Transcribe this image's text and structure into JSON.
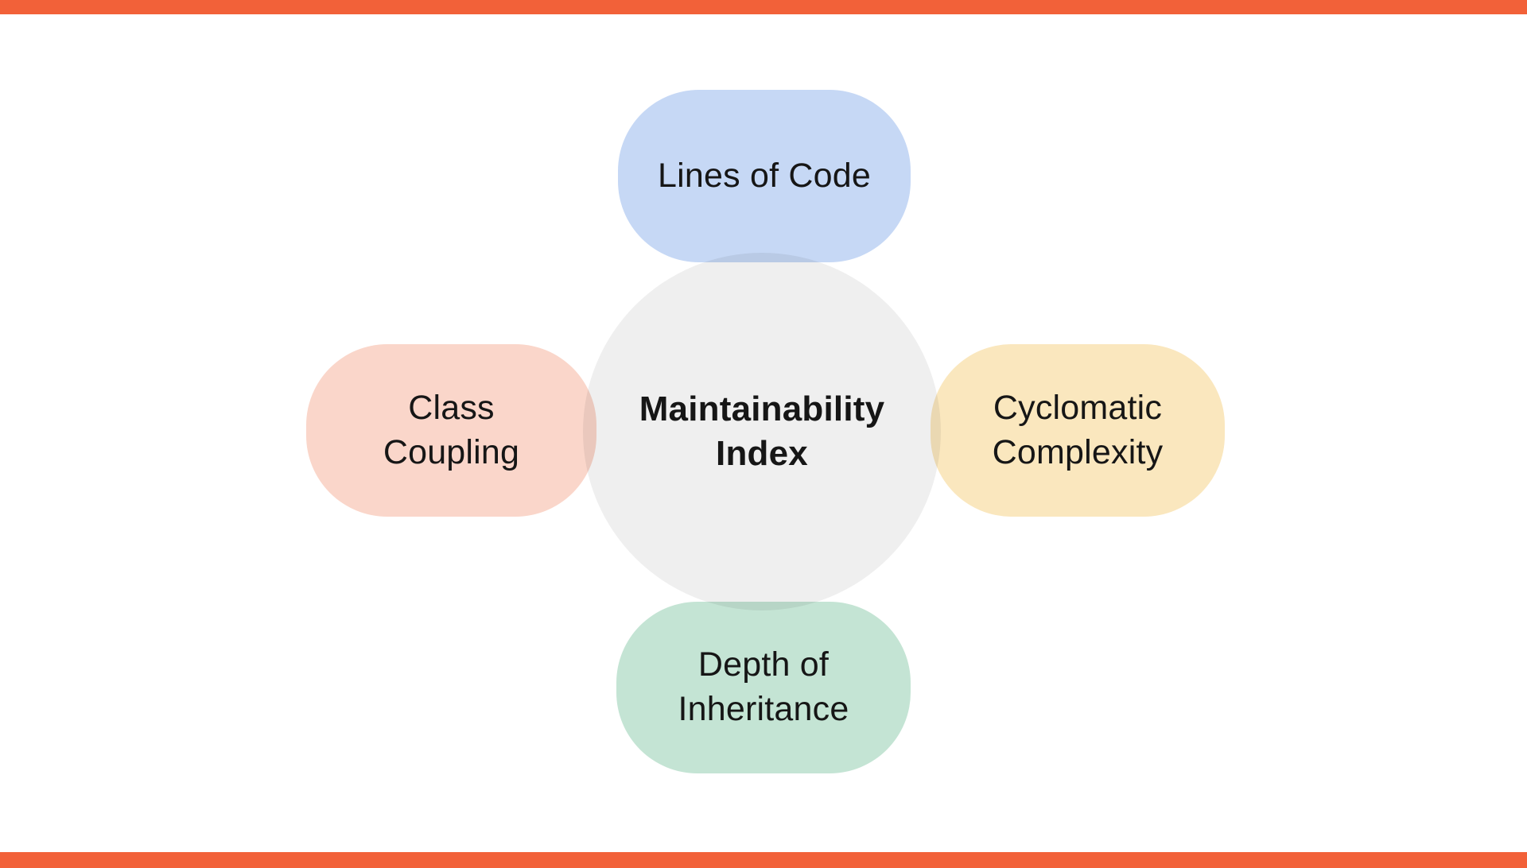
{
  "accent": {
    "bar_color": "#F26139"
  },
  "canvas": {
    "background": "#FFFFFF",
    "text_color": "#161616"
  },
  "diagram": {
    "center": {
      "label": "Maintainability Index",
      "color": "#EFEFEF"
    },
    "nodes": {
      "top": {
        "label": "Lines of Code",
        "color": "#C6D8F5"
      },
      "left": {
        "label": "Class Coupling",
        "color": "#FAD6CA"
      },
      "right": {
        "label": "Cyclomatic Complexity",
        "color": "#FAE7BE"
      },
      "bottom": {
        "label": "Depth of Inheritance",
        "color": "#C4E4D4"
      }
    }
  }
}
